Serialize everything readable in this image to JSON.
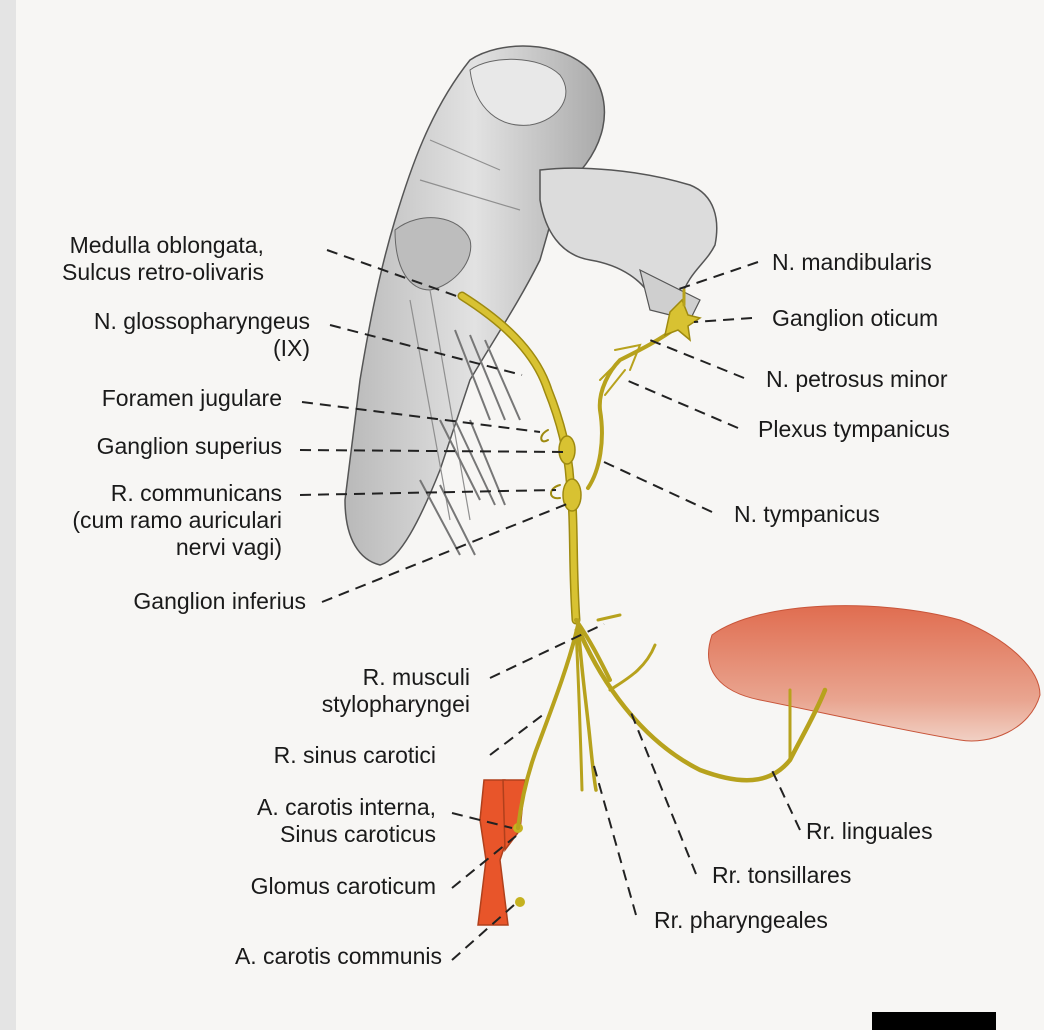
{
  "labels": {
    "medulla": [
      "Medulla oblongata,",
      "Sulcus retro-olivaris"
    ],
    "glosso": [
      "N. glossopharyngeus",
      "(IX)"
    ],
    "foramen": "Foramen jugulare",
    "gsup": "Ganglion superius",
    "rcomm": [
      "R. communicans",
      "(cum ramo auriculari",
      "nervi vagi)"
    ],
    "ginf": "Ganglion inferius",
    "rmusc": [
      "R. musculi",
      "stylopharyngei"
    ],
    "rsinus": "R. sinus carotici",
    "acint": [
      "A. carotis interna,",
      "Sinus caroticus"
    ],
    "glomus": "Glomus caroticum",
    "accomm": "A. carotis communis",
    "nmand": "N. mandibularis",
    "gotic": "Ganglion oticum",
    "npetr": "N. petrosus minor",
    "plexus": "Plexus tympanicus",
    "ntymp": "N. tympanicus",
    "rling": "Rr. linguales",
    "rtons": "Rr. tonsillares",
    "rphar": "Rr. pharyngeales"
  },
  "colors": {
    "nerve": "#d8c232",
    "nerve_dark": "#9e8a10",
    "tongue": "#d9634a",
    "artery": "#e8552a",
    "brainstem": "#cfcfcf"
  }
}
